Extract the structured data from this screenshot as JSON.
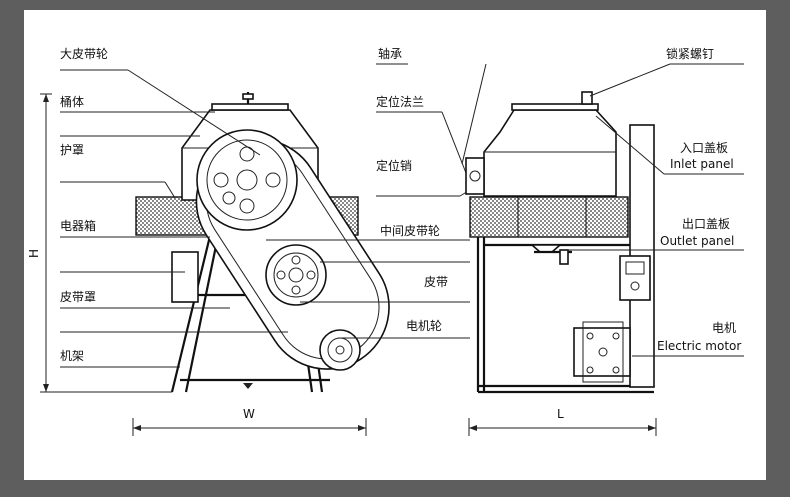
{
  "labels": {
    "big_pulley": "大皮带轮",
    "drum": "桶体",
    "guard": "护罩",
    "electric_box": "电器箱",
    "belt_cover": "皮带罩",
    "frame": "机架",
    "bearing": "轴承",
    "locating_flange": "定位法兰",
    "locating_pin": "定位销",
    "middle_pulley": "中间皮带轮",
    "belt": "皮带",
    "motor_pulley": "电机轮",
    "lock_screw": "锁紧螺钉",
    "inlet_cn": "入口盖板",
    "inlet_en": "Inlet panel",
    "outlet_cn": "出口盖板",
    "outlet_en": "Outlet panel",
    "motor_cn": "电机",
    "motor_en": "Electric motor"
  },
  "dimensions": {
    "height": "H",
    "width": "W",
    "length": "L"
  }
}
